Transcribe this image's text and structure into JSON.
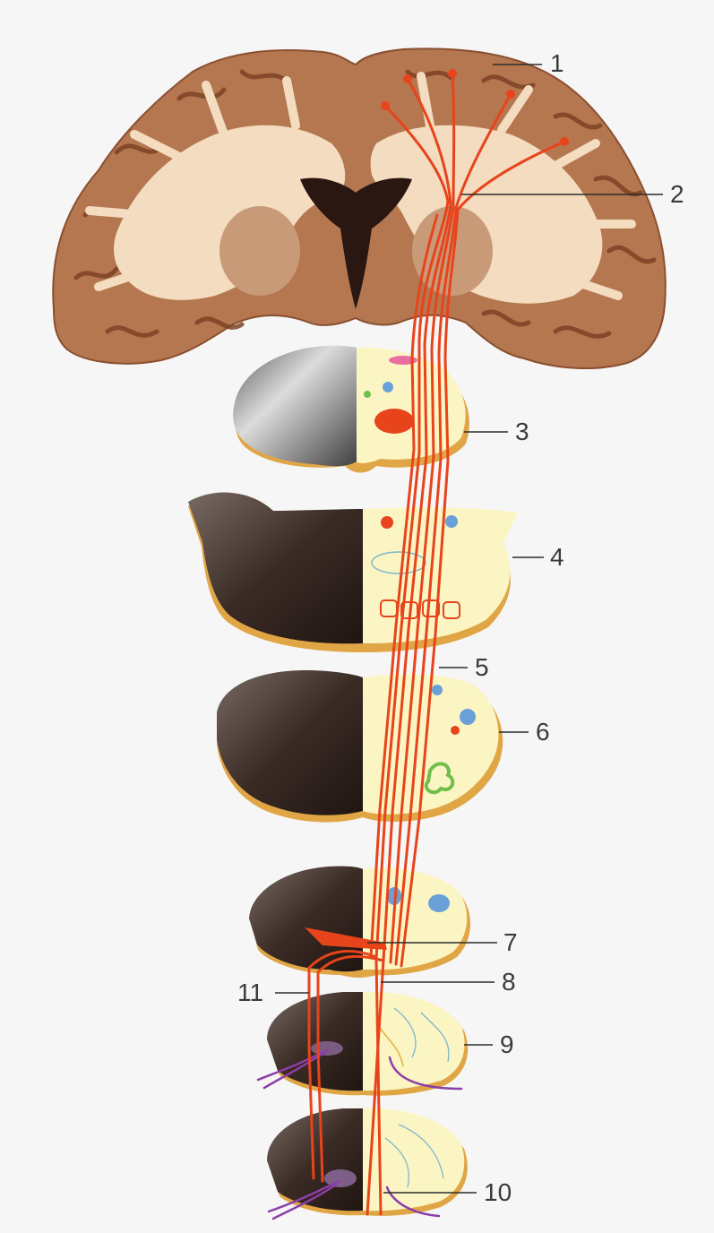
{
  "figure": {
    "background": "#f6f6f6",
    "colors": {
      "brain_gray_matter": "#b5774f",
      "brain_white_matter": "#f3dcc0",
      "ventricle": "#2a1712",
      "tract": "#e8441c",
      "schematic_fill": "#fbf5c4",
      "section_rim": "#e0a646",
      "stained_section": "#3b2b25",
      "nerve_root": "#8c3fa8",
      "leader_line": "#2c2c2c"
    },
    "callouts": [
      {
        "id": "1",
        "label": "1"
      },
      {
        "id": "2",
        "label": "2"
      },
      {
        "id": "3",
        "label": "3"
      },
      {
        "id": "4",
        "label": "4"
      },
      {
        "id": "5",
        "label": "5"
      },
      {
        "id": "6",
        "label": "6"
      },
      {
        "id": "7",
        "label": "7"
      },
      {
        "id": "8",
        "label": "8"
      },
      {
        "id": "9",
        "label": "9"
      },
      {
        "id": "10",
        "label": "10"
      },
      {
        "id": "11",
        "label": "11"
      }
    ]
  }
}
